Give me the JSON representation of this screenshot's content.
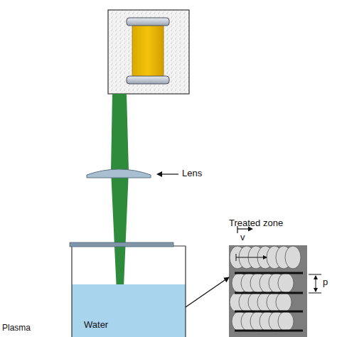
{
  "diagram": {
    "nodes": [
      {
        "text": [
          "Water"
        ]
      },
      {
        "text": [
          "Treated zone"
        ]
      }
    ],
    "edges": [
      {
        "from": 0,
        "to": 1,
        "arrow": "to"
      }
    ],
    "labels": [
      "Lens",
      "v",
      "p",
      "Plasma"
    ]
  }
}
